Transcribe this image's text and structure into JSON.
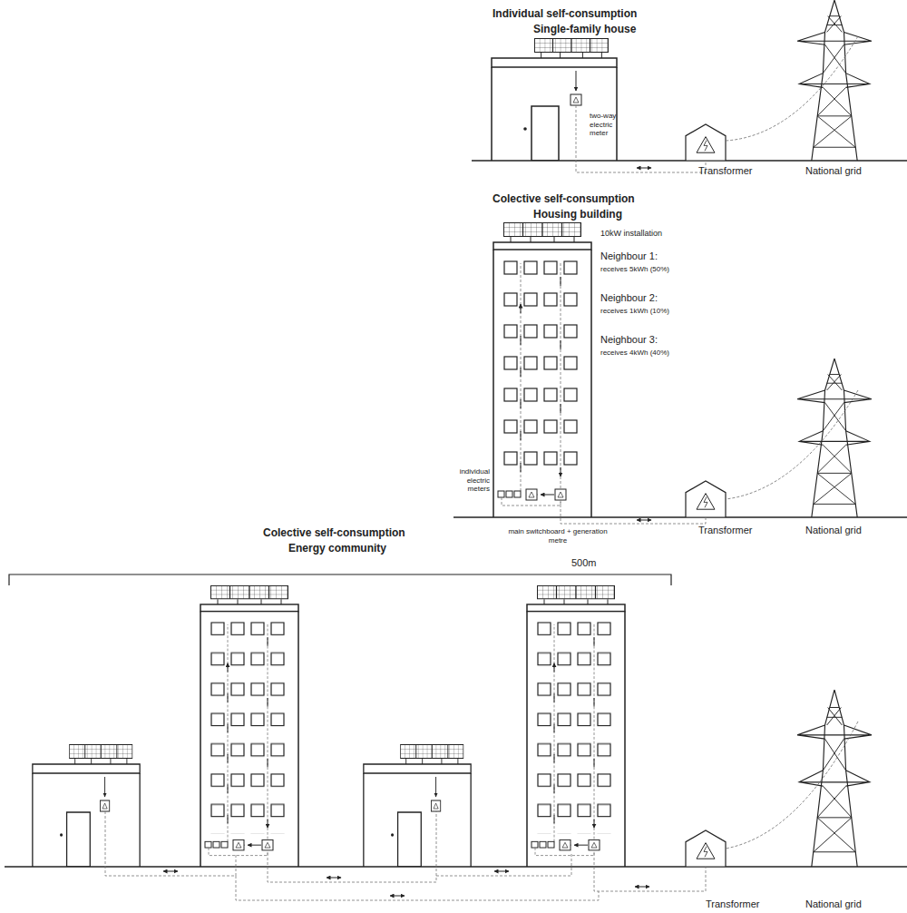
{
  "diagram": {
    "labels": [
      "Individual self-consumption",
      "Single-family house",
      "two-way electric meter",
      "Transformer",
      "National grid",
      "Colective self-consumption",
      "Housing building",
      "10kW installation",
      "Neighbour 1:",
      "receives 5kWh (50%)",
      "Neighbour 2:",
      "receives 1kWh (10%)",
      "Neighbour 3:",
      "receives 4kWh (40%)",
      "individual electric meters",
      "main switchboard + generation metre",
      "Transformer",
      "National grid",
      "Colective self-consumption",
      "Energy community",
      "500m",
      "Transformer",
      "National grid"
    ]
  }
}
